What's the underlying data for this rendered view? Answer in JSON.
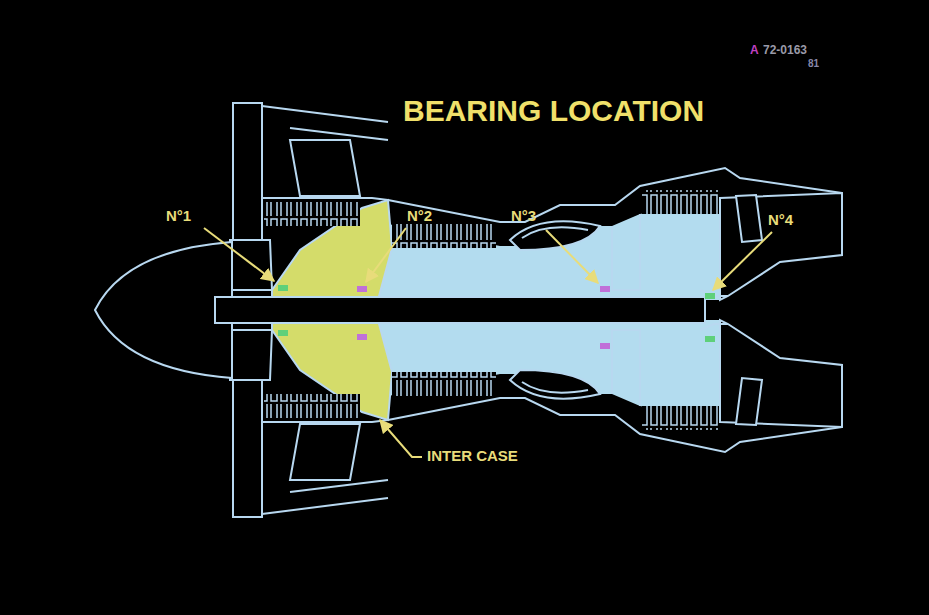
{
  "diagram": {
    "title": "BEARING LOCATION",
    "labels": [
      "N°1",
      "N°2",
      "N°3",
      "N°4",
      "INTER CASE",
      "A",
      "72-0163",
      "81"
    ]
  }
}
